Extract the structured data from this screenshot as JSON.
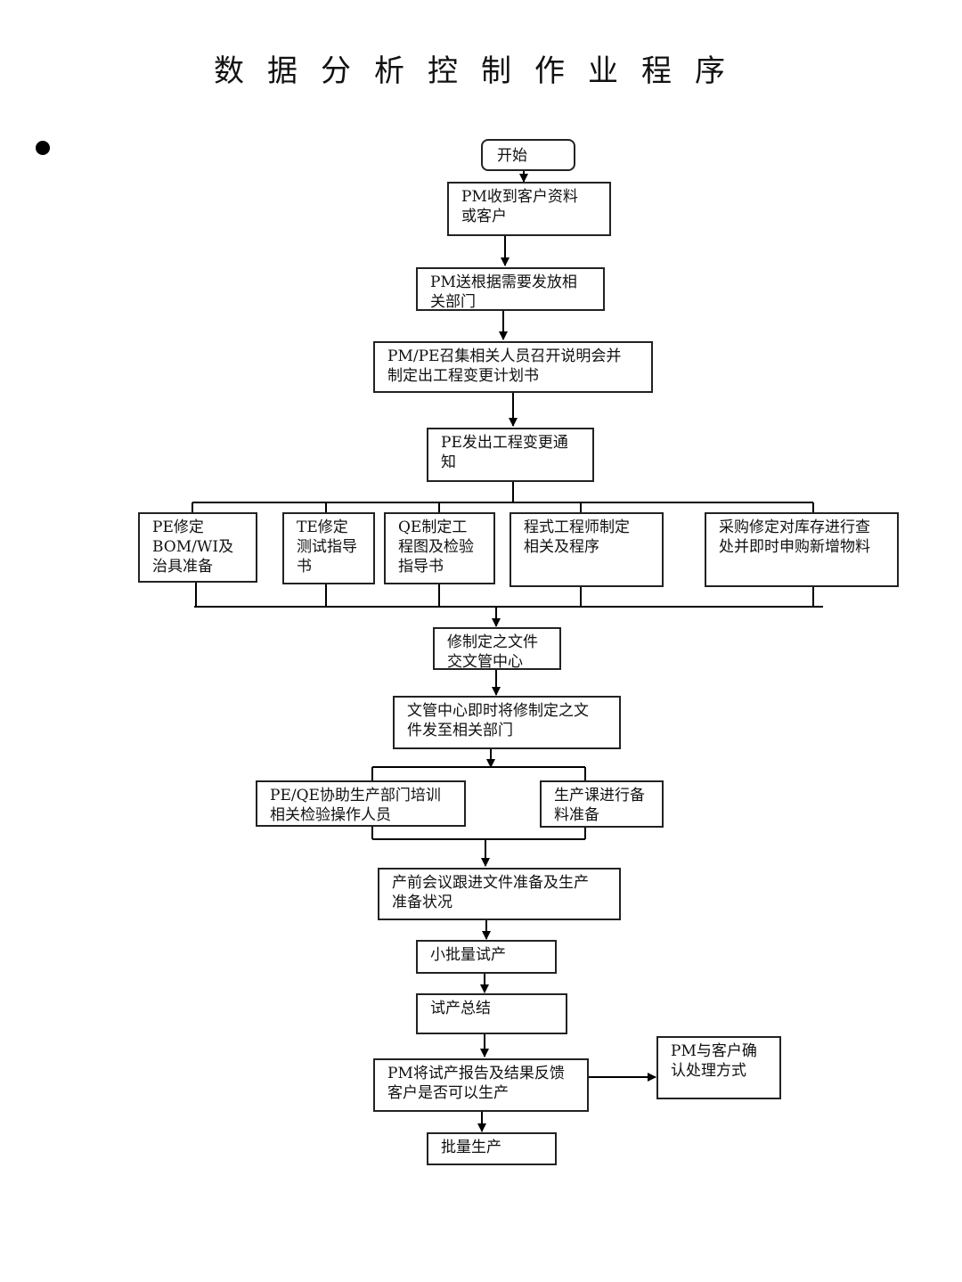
{
  "title": "数据分析控制作业程序",
  "nodes": {
    "start": "开始",
    "receive": "PM收到客户资料\n或客户",
    "send": "PM送根据需要发放相\n关部门",
    "meeting": "PM/PE召集相关人员召开说明会并\n制定出工程变更计划书",
    "notice": "PE发出工程变更通\n知",
    "pe_bom": "PE修定\nBOM/WI及\n治具准备",
    "te": "TE修定\n测试指导\n书",
    "qe": "QE制定工\n程图及检验\n指导书",
    "prog": "程式工程师制定\n相关及程序",
    "purchase": "采购修定对库存进行查\n处并即时申购新增物料",
    "doc_center": "修制定之文件\n交文管中心",
    "distribute": "文管中心即时将修制定之文\n件发至相关部门",
    "training": "PE/QE协助生产部门培训\n相关检验操作人员",
    "material": "生产课进行备\n料准备",
    "prep_meeting": "产前会议跟进文件准备及生产\n准备状况",
    "small_batch": "小批量试产",
    "summary": "试产总结",
    "feedback": "PM将试产报告及结果反馈\n客户是否可以生产",
    "confirm": "PM与客户确\n认处理方式",
    "mass": "批量生产"
  }
}
